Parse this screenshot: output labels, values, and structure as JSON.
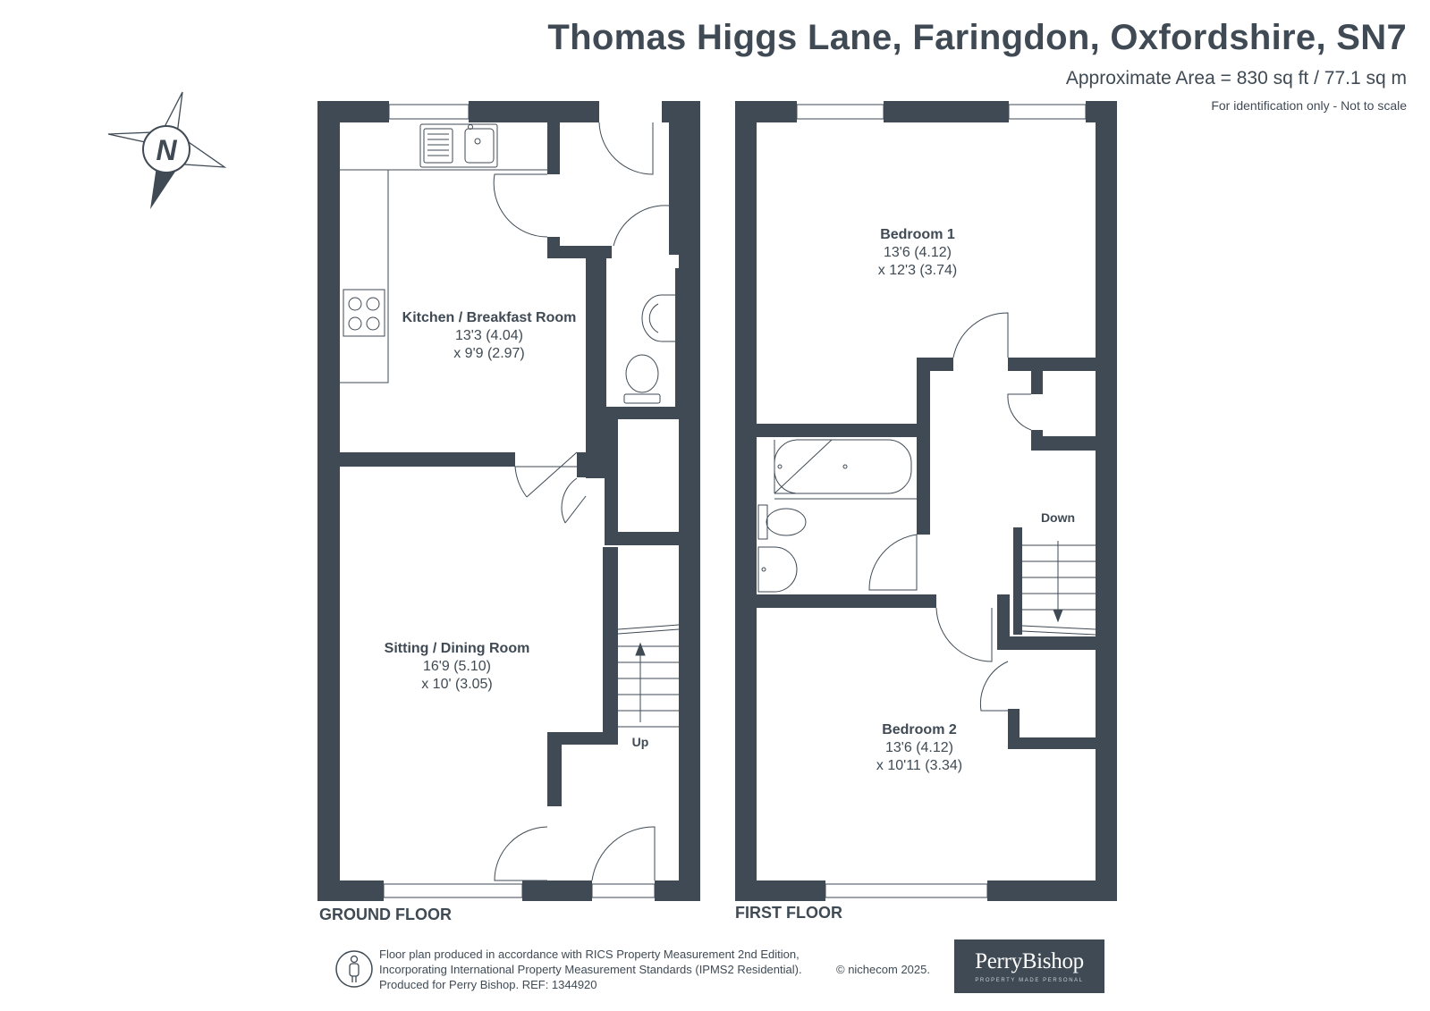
{
  "header": {
    "title": "Thomas Higgs Lane, Faringdon, Oxfordshire, SN7",
    "area": "Approximate Area = 830 sq ft / 77.1 sq m",
    "note": "For identification only - Not to scale"
  },
  "compass": {
    "label": "N"
  },
  "ground_floor": {
    "label": "GROUND FLOOR",
    "stairs_label": "Up",
    "kitchen": {
      "name": "Kitchen / Breakfast Room",
      "dim1": "13'3 (4.04)",
      "dim2": "x 9'9 (2.97)"
    },
    "sitting": {
      "name": "Sitting / Dining Room",
      "dim1": "16'9 (5.10)",
      "dim2": "x 10' (3.05)"
    }
  },
  "first_floor": {
    "label": "FIRST FLOOR",
    "stairs_label": "Down",
    "bedroom1": {
      "name": "Bedroom 1",
      "dim1": "13'6 (4.12)",
      "dim2": "x 12'3 (3.74)"
    },
    "bedroom2": {
      "name": "Bedroom 2",
      "dim1": "13'6 (4.12)",
      "dim2": "x 10'11 (3.34)"
    }
  },
  "footer": {
    "line1": "Floor plan produced in accordance with RICS Property Measurement 2nd Edition,",
    "line2": "Incorporating International Property Measurement Standards (IPMS2 Residential).",
    "line3": "Produced for Perry Bishop.   REF: 1344920",
    "copyright": "© nichecom 2025."
  },
  "logo": {
    "name": "PerryBishop",
    "tagline": "PROPERTY MADE PERSONAL"
  },
  "colors": {
    "wall": "#3f4a54",
    "text": "#3f4a54",
    "fixture": "#8a949c"
  }
}
